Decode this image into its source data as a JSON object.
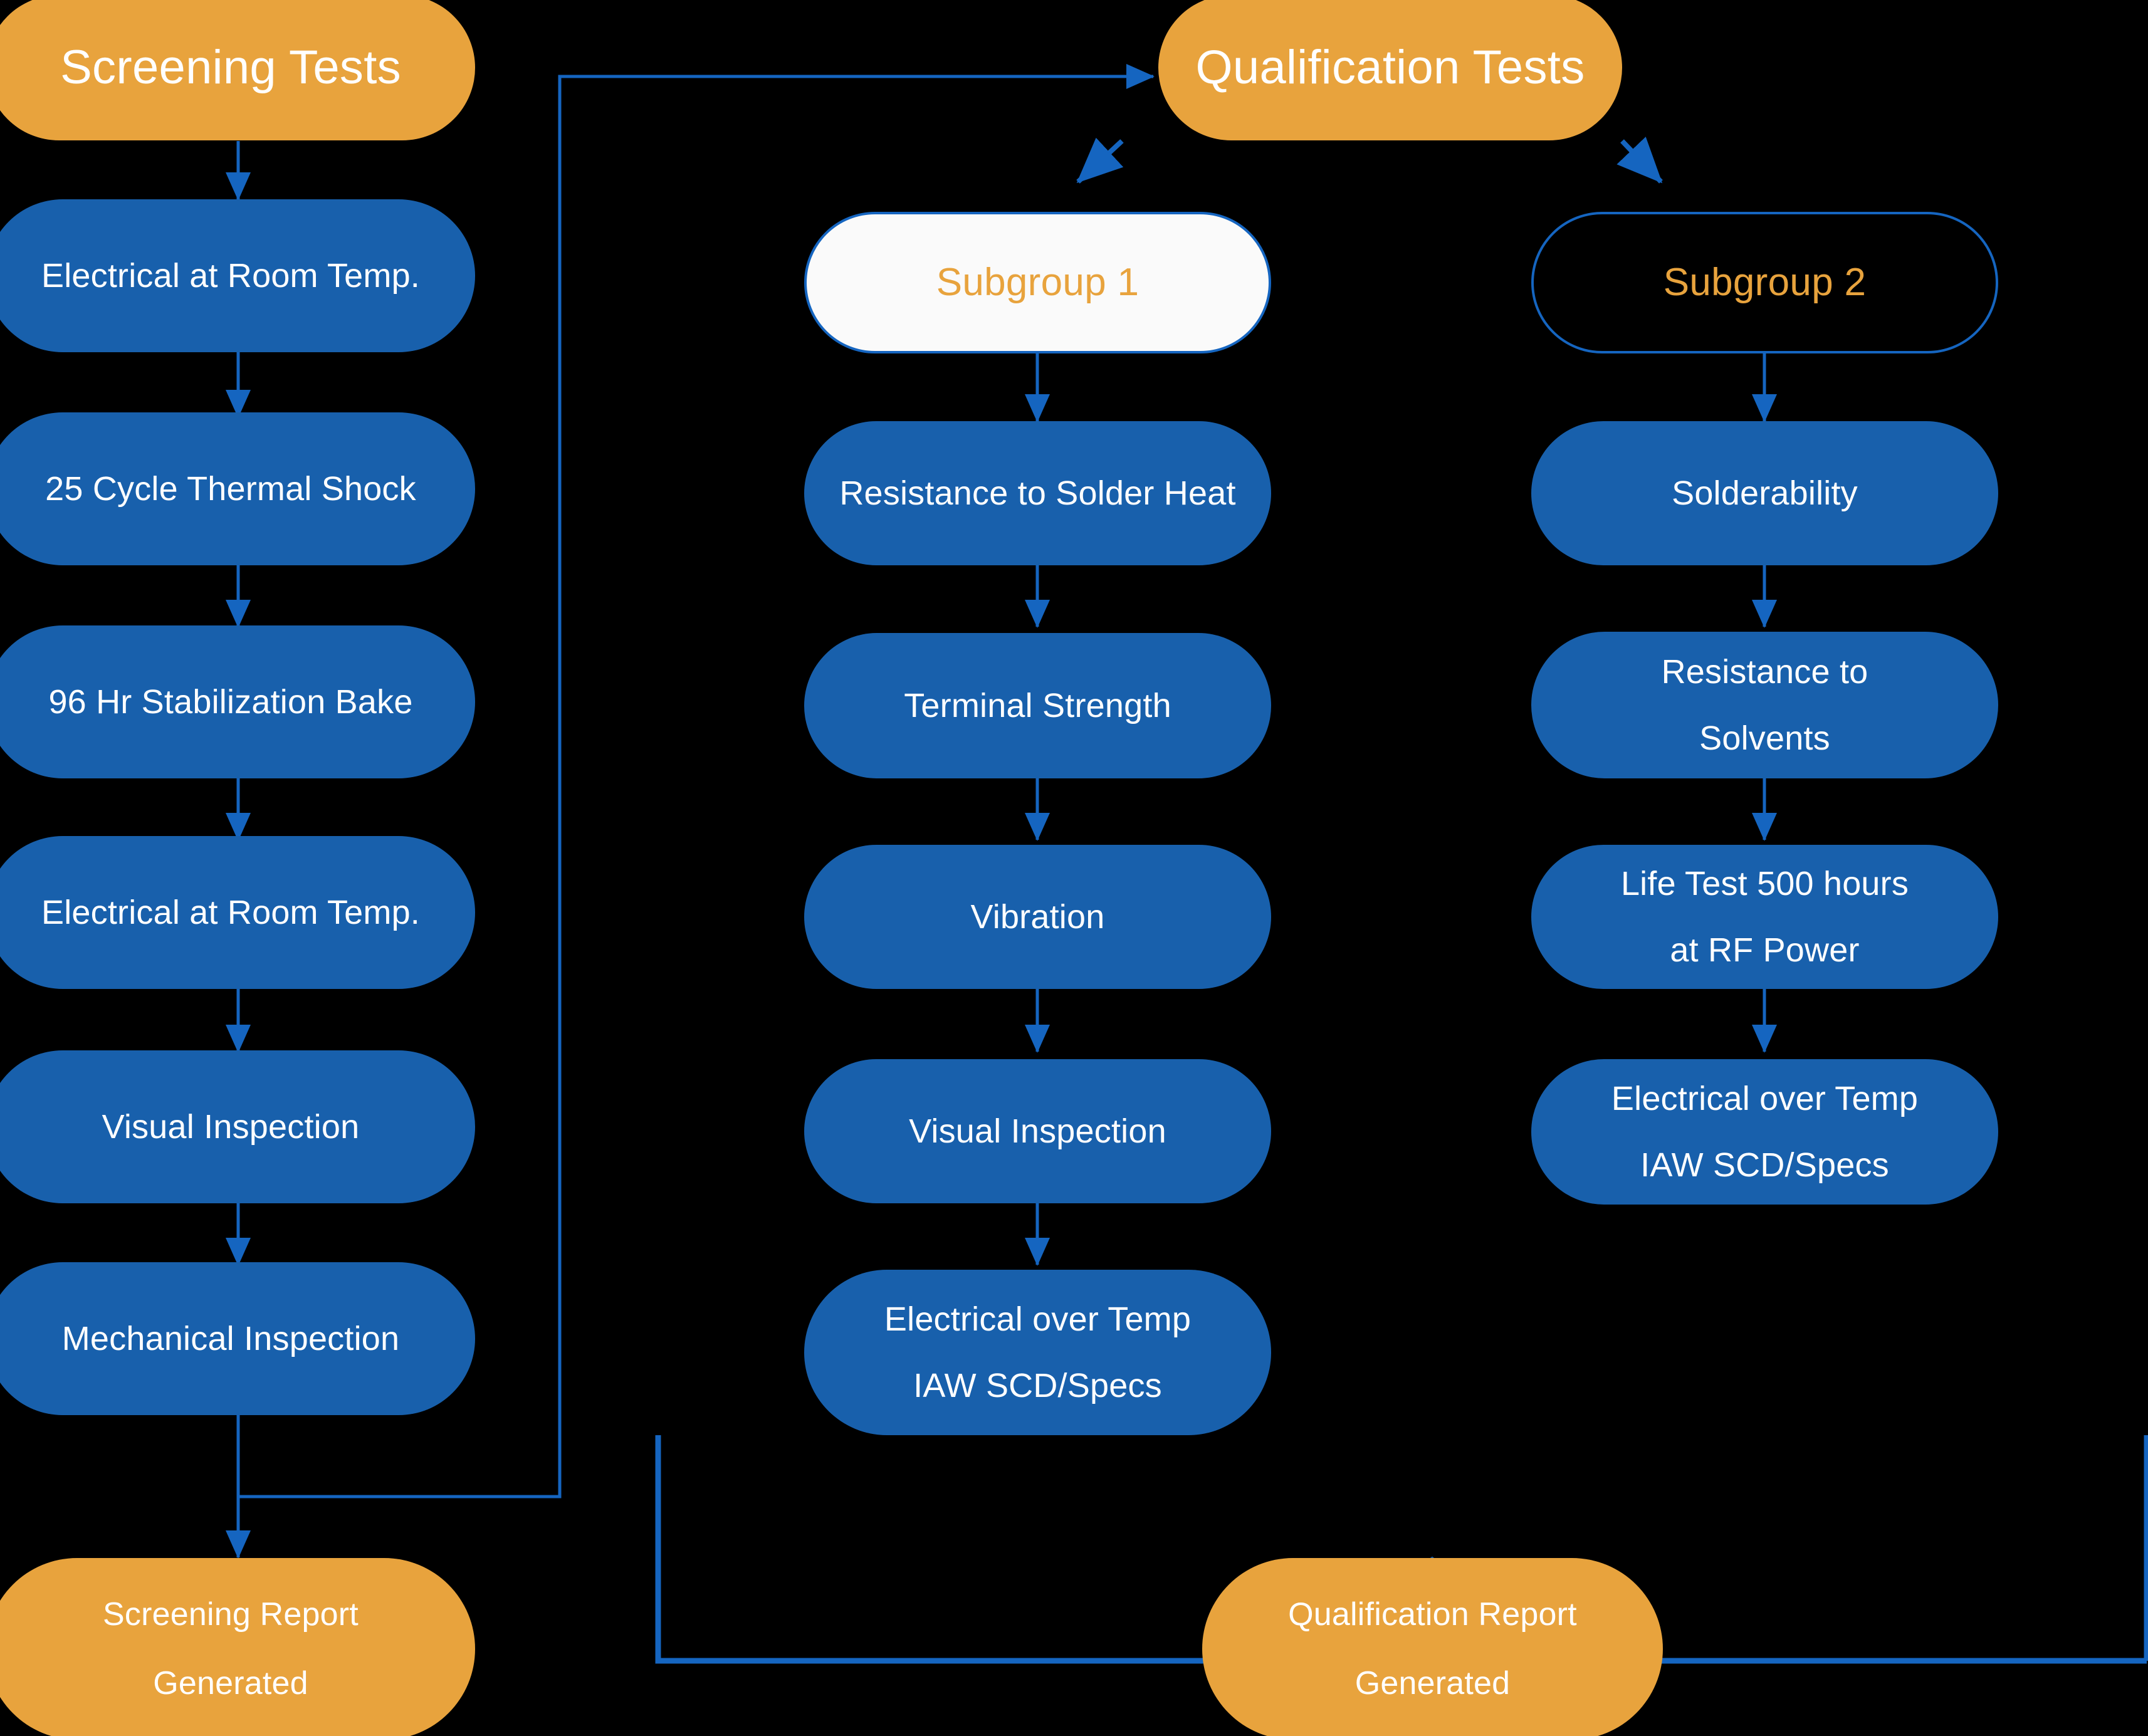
{
  "diagram": {
    "title": "Screening and Qualification Test Flow",
    "background_color": "#000000",
    "colors": {
      "orange": "#E8A33D",
      "blue": "#1860AC",
      "connector_blue": "#1565C0",
      "white_fill": "#FAFAFA",
      "text_on_fill": "#FFFFFF"
    }
  },
  "columns": {
    "screening": {
      "header": {
        "label": "Screening Tests"
      },
      "steps": [
        {
          "label": "Electrical at Room Temp."
        },
        {
          "label": "25 Cycle Thermal Shock"
        },
        {
          "label": "96 Hr Stabilization Bake"
        },
        {
          "label": "Electrical at Room Temp."
        },
        {
          "label": "Visual Inspection"
        },
        {
          "label": "Mechanical Inspection"
        }
      ],
      "report": {
        "line1": "Screening Report",
        "line2": "Generated"
      }
    },
    "qualification": {
      "header": {
        "label": "Qualification Tests"
      },
      "report": {
        "line1": "Qualification Report",
        "line2": "Generated"
      }
    },
    "subgroup1": {
      "header": {
        "label": "Subgroup 1"
      },
      "steps": [
        {
          "line1": "Resistance to Solder Heat",
          "line2": ""
        },
        {
          "line1": "Terminal Strength",
          "line2": ""
        },
        {
          "line1": "Vibration",
          "line2": ""
        },
        {
          "line1": "Visual Inspection",
          "line2": ""
        },
        {
          "line1": "Electrical over Temp",
          "line2": "IAW SCD/Specs"
        }
      ]
    },
    "subgroup2": {
      "header": {
        "label": "Subgroup 2"
      },
      "steps": [
        {
          "line1": "Solderability",
          "line2": ""
        },
        {
          "line1": "Resistance to",
          "line2": "Solvents"
        },
        {
          "line1": "Life Test 500 hours",
          "line2": "at RF Power"
        },
        {
          "line1": "Electrical over Temp",
          "line2": "IAW SCD/Specs"
        }
      ]
    }
  }
}
